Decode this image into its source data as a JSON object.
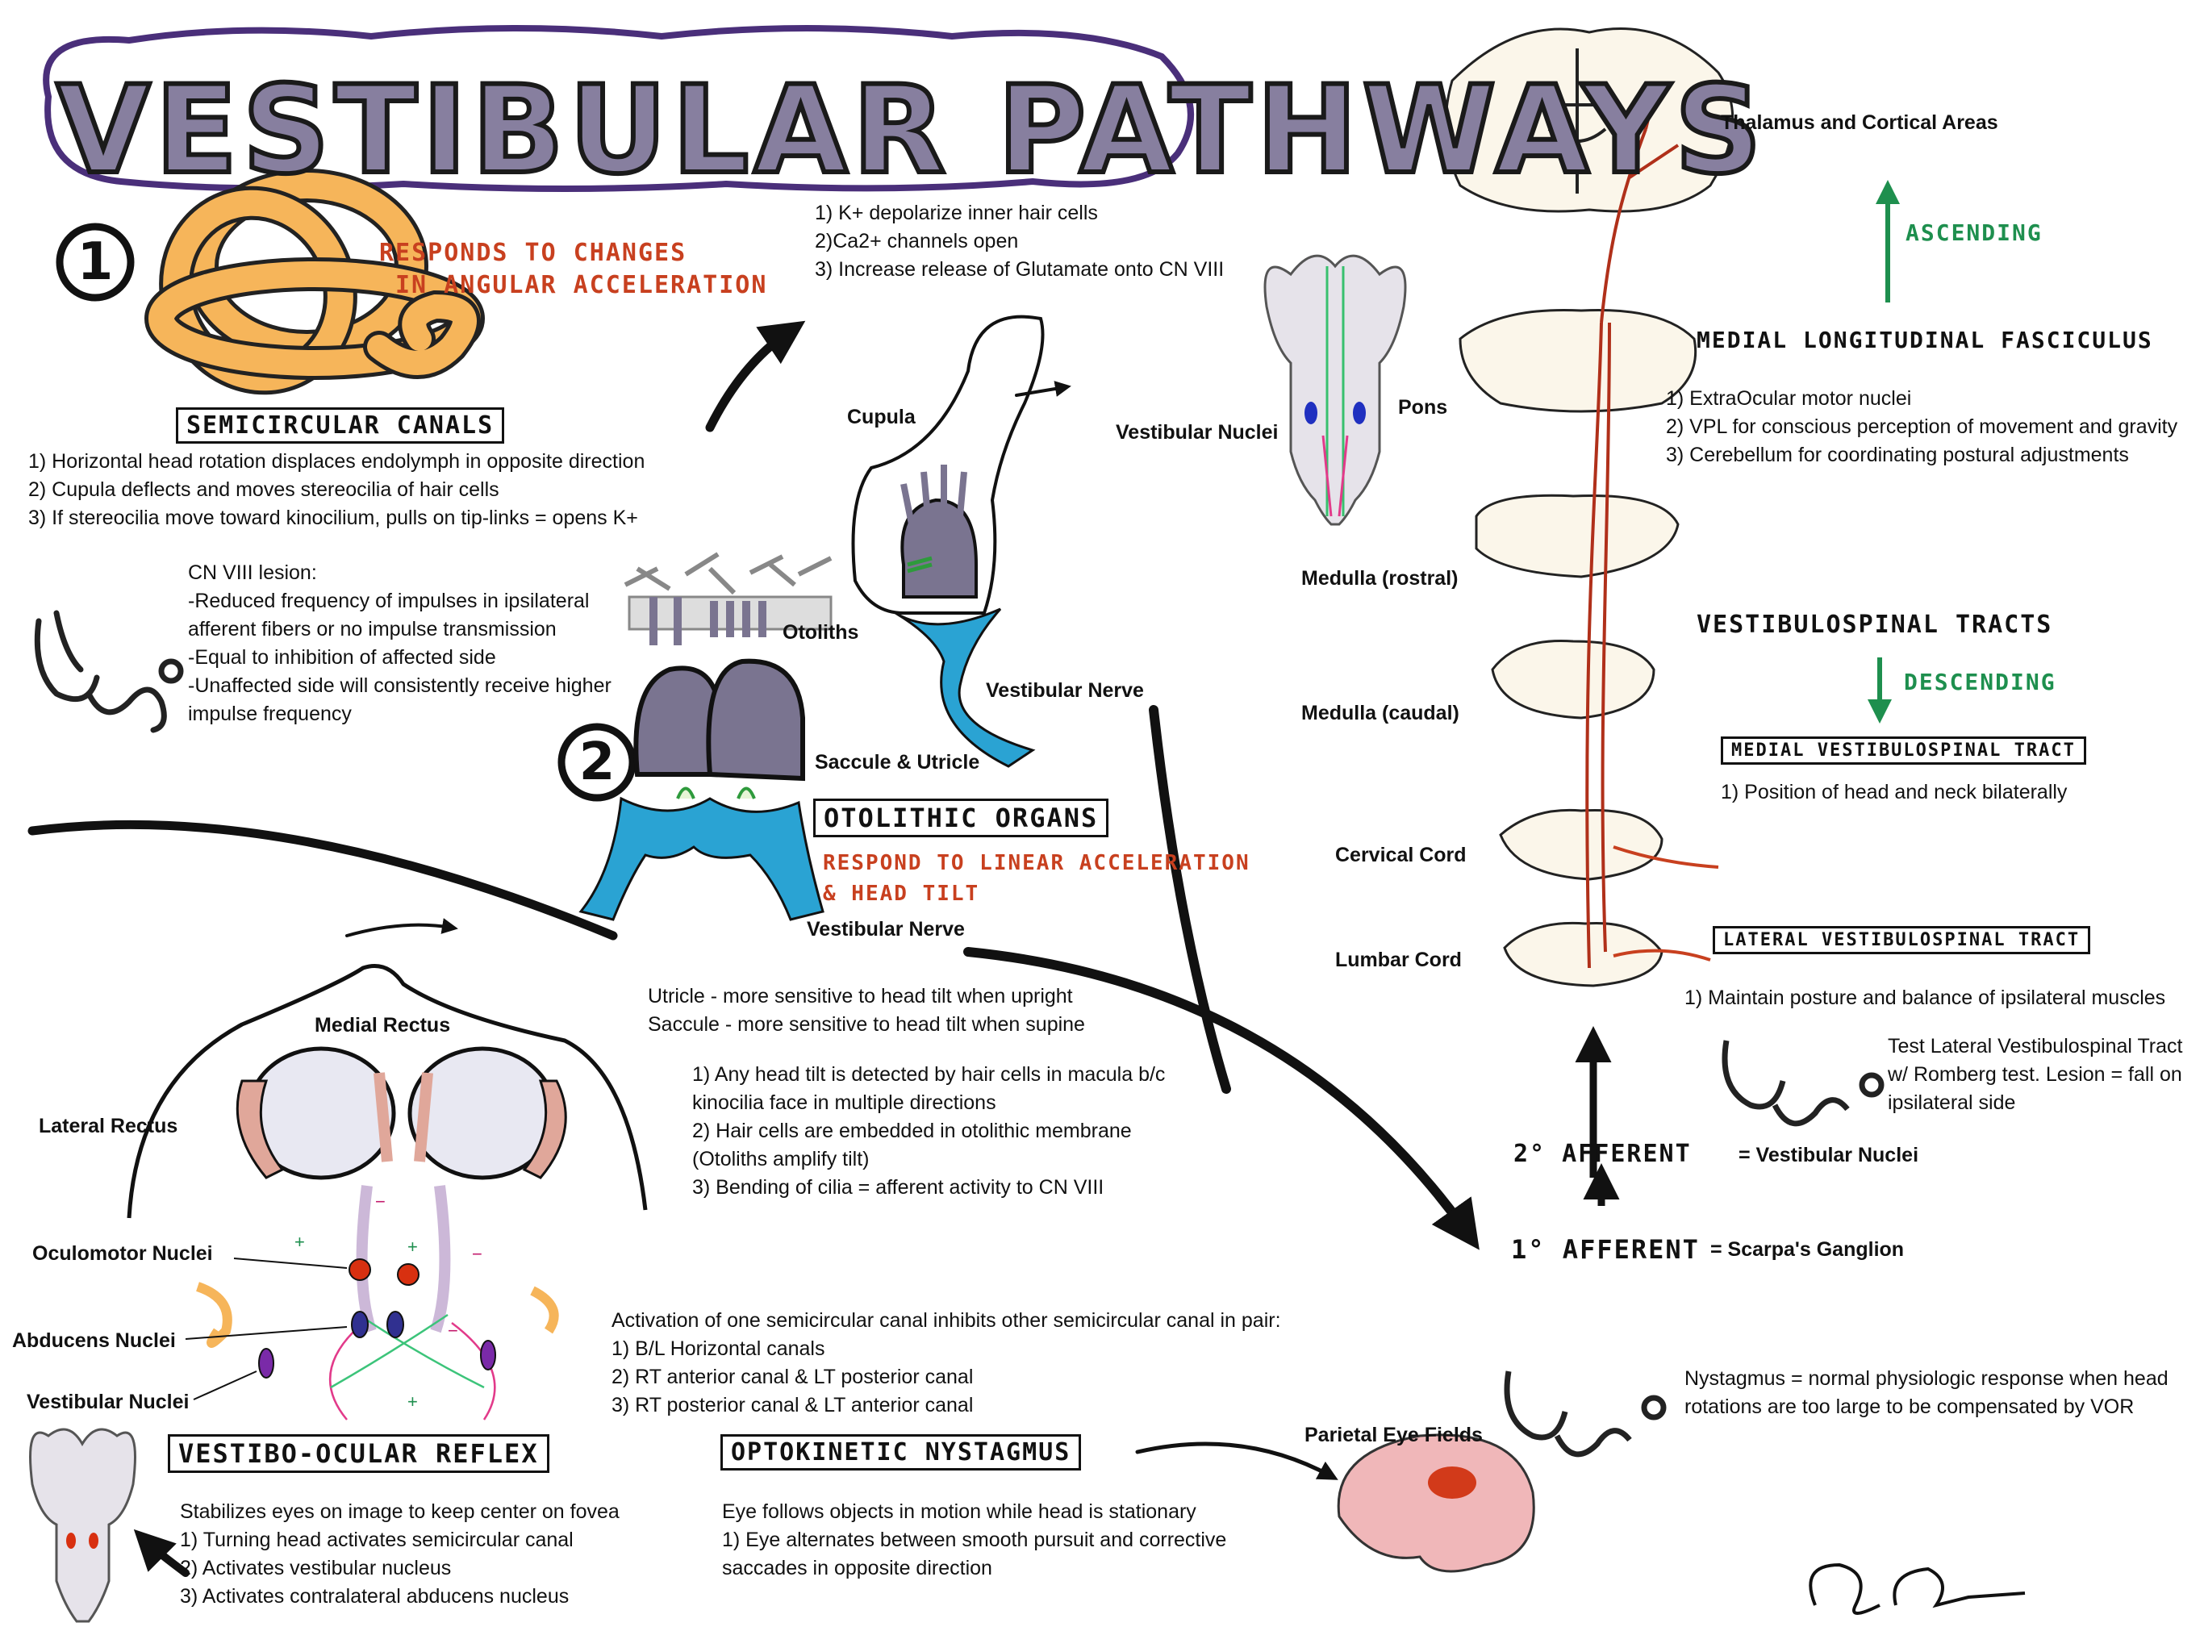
{
  "title": "VESTIBULAR PATHWAYS",
  "step_numbers": [
    "1",
    "2"
  ],
  "semicircular": {
    "note": [
      "RESPONDS TO CHANGES",
      "IN ANGULAR ACCELERATION"
    ],
    "heading": "SEMICIRCULAR CANALS",
    "points": [
      "1) Horizontal head rotation displaces endolymph in opposite direction",
      "2) Cupula deflects and moves stereocilia of hair cells",
      "3) If stereocilia move toward kinocilium, pulls on tip-links = opens K+"
    ]
  },
  "hair_cell": {
    "points": [
      "1) K+ depolarize inner hair cells",
      "2)Ca2+ channels open",
      "3) Increase release of Glutamate onto CN VIII"
    ],
    "cupula_label": "Cupula",
    "nerve_label": "Vestibular Nerve"
  },
  "lesion": {
    "lines": [
      "CN VIII lesion:",
      "-Reduced frequency of impulses in ipsilateral",
      "afferent fibers or no impulse transmission",
      "-Equal to inhibition of affected side",
      "-Unaffected side will consistently receive higher",
      "impulse frequency"
    ]
  },
  "otolith": {
    "otoliths_label": "Otoliths",
    "saccule_label": "Saccule & Utricle",
    "heading": "OTOLITHIC ORGANS",
    "note": [
      "RESPOND TO LINEAR ACCELERATION",
      "& HEAD TILT"
    ],
    "nerve_label": "Vestibular Nerve",
    "sensitivity": [
      "Utricle - more sensitive to head tilt when upright",
      "Saccule - more sensitive to head tilt when supine"
    ],
    "points": [
      "1) Any head tilt is detected by hair cells in macula b/c",
      "kinocilia face in multiple directions",
      "2) Hair cells are embedded in otolithic membrane",
      "(Otoliths amplify tilt)",
      "3) Bending of cilia = afferent activity to CN VIII"
    ]
  },
  "brainstem": {
    "vestibular_nuclei_label": "Vestibular Nuclei",
    "pons_label": "Pons"
  },
  "vor": {
    "medial_rectus": "Medial Rectus",
    "lateral_rectus": "Lateral Rectus",
    "oculomotor": "Oculomotor Nuclei",
    "abducens": "Abducens Nuclei",
    "vestibular": "Vestibular Nuclei",
    "heading": "VESTIBO-OCULAR REFLEX",
    "points": [
      "Stabilizes eyes on image to keep center on fovea",
      "1) Turning head activates semicircular canal",
      "2) Activates vestibular nucleus",
      "3) Activates contralateral abducens nucleus"
    ],
    "sign_plus": "+",
    "sign_minus": "−"
  },
  "canal_pairs": {
    "lines": [
      "Activation of one semicircular canal inhibits other semicircular canal in pair:",
      "1) B/L Horizontal canals",
      "2) RT anterior canal & LT posterior canal",
      "3) RT posterior canal & LT anterior canal"
    ]
  },
  "okn": {
    "heading": "OPTOKINETIC NYSTAGMUS",
    "points": [
      "Eye follows objects in motion while head is stationary",
      "1) Eye alternates between smooth pursuit and corrective",
      "saccades in opposite direction"
    ],
    "parietal_label": "Parietal Eye Fields"
  },
  "nystagmus_note": [
    "Nystagmus = normal physiologic response when head",
    "rotations are too large to be compensated by VOR"
  ],
  "pathway": {
    "levels": {
      "thalamus": "Thalamus and Cortical Areas",
      "medulla_rostral": "Medulla (rostral)",
      "medulla_caudal": "Medulla (caudal)",
      "cervical": "Cervical Cord",
      "lumbar": "Lumbar Cord"
    },
    "ascending": "ASCENDING",
    "mlf_heading": "MEDIAL LONGITUDINAL FASCICULUS",
    "mlf_points": [
      "1) ExtraOcular motor nuclei",
      "2) VPL for conscious perception of movement and gravity",
      "3) Cerebellum for coordinating postural adjustments"
    ],
    "vst_heading": "VESTIBULOSPINAL TRACTS",
    "descending": "DESCENDING",
    "mvst_heading": "MEDIAL VESTIBULOSPINAL TRACT",
    "mvst_point": "1) Position of head and neck bilaterally",
    "lvst_heading": "LATERAL VESTIBULOSPINAL TRACT",
    "lvst_point": "1) Maintain posture and balance of ipsilateral muscles",
    "romberg": [
      "Test Lateral Vestibulospinal Tract",
      "w/ Romberg test. Lesion = fall on",
      "ipsilateral side"
    ],
    "secondary_afferent": "2° AFFERENT",
    "secondary_label": "= Vestibular Nuclei",
    "primary_afferent": "1° AFFERENT",
    "primary_label": "= Scarpa's Ganglion"
  },
  "colors": {
    "title_fill": "#877f9f",
    "note_red": "#c8401f",
    "tract_red": "#b0301a",
    "ascending_green": "#1e8f4e",
    "canal_orange": "#f6b55a",
    "otolith_purple": "#7a7490",
    "nerve_blue": "#2aa3d3",
    "eye_muscle_pink": "#e0a79a",
    "nucleus_red": "#d83010",
    "nucleus_purple": "#7a2aa8",
    "parietal_red": "#d23a1a"
  }
}
